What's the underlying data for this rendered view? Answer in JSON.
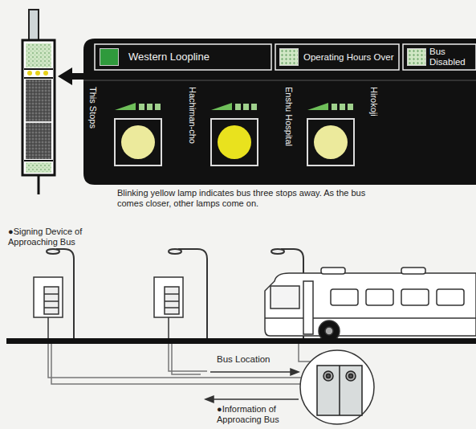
{
  "diagram": {
    "labels": [
      "This Stops",
      "Hachiman-cho",
      "Enshu Hospital",
      "Hirokoji",
      "Blinking yellow lamp indicates bus three stops away. As the bus comes closer, other lamps come on.",
      "●Signing Device of Approaching Bus",
      "Bus Location",
      "●Information of Approacing Bus"
    ],
    "legend": [
      {
        "text": "Western Loopline",
        "color": "#2f9a3c"
      },
      {
        "text": "Operating Hours Over"
      },
      {
        "text": "Bus Disabled"
      }
    ]
  }
}
